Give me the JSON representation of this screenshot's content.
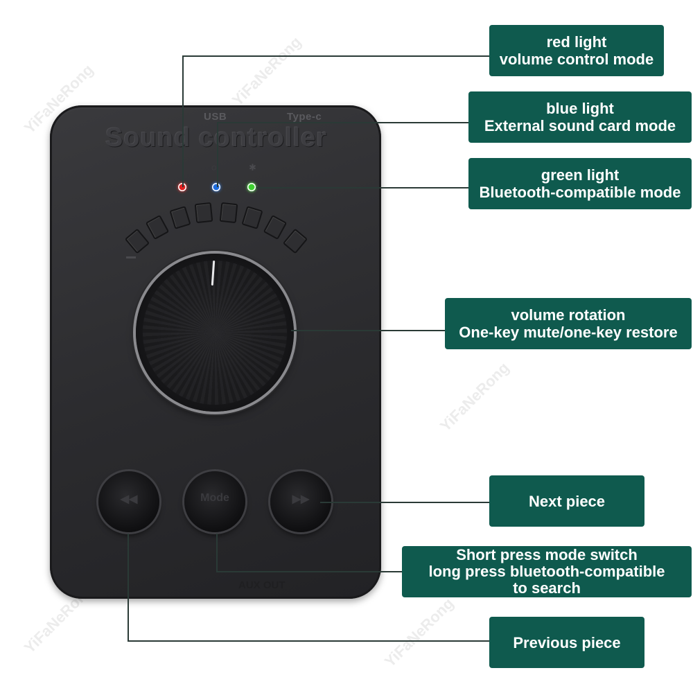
{
  "device": {
    "brand": "Sound controller",
    "port_usb": "USB",
    "port_typec": "Type-c",
    "bluetooth_icon": "✱",
    "usb_icon": "◌",
    "aux_label": "AUX OUT",
    "button_mode_label": "Mode",
    "volume_segments": 8
  },
  "callouts": {
    "red": [
      "red light",
      "volume control mode"
    ],
    "blue": [
      "blue light",
      "External sound card mode"
    ],
    "green": [
      "green light",
      "Bluetooth-compatible mode"
    ],
    "knob": [
      "volume rotation",
      "One-key mute/one-key restore"
    ],
    "next": [
      "Next piece"
    ],
    "mode": [
      "Short press mode switch",
      "long press bluetooth-compatible",
      "to search"
    ],
    "previous": [
      "Previous piece"
    ]
  },
  "colors": {
    "label_bg": "#0f5a4e",
    "led_red": "#e02020",
    "led_blue": "#1e6ee0",
    "led_green": "#3ed030"
  },
  "watermark": "YiFaNeRong"
}
